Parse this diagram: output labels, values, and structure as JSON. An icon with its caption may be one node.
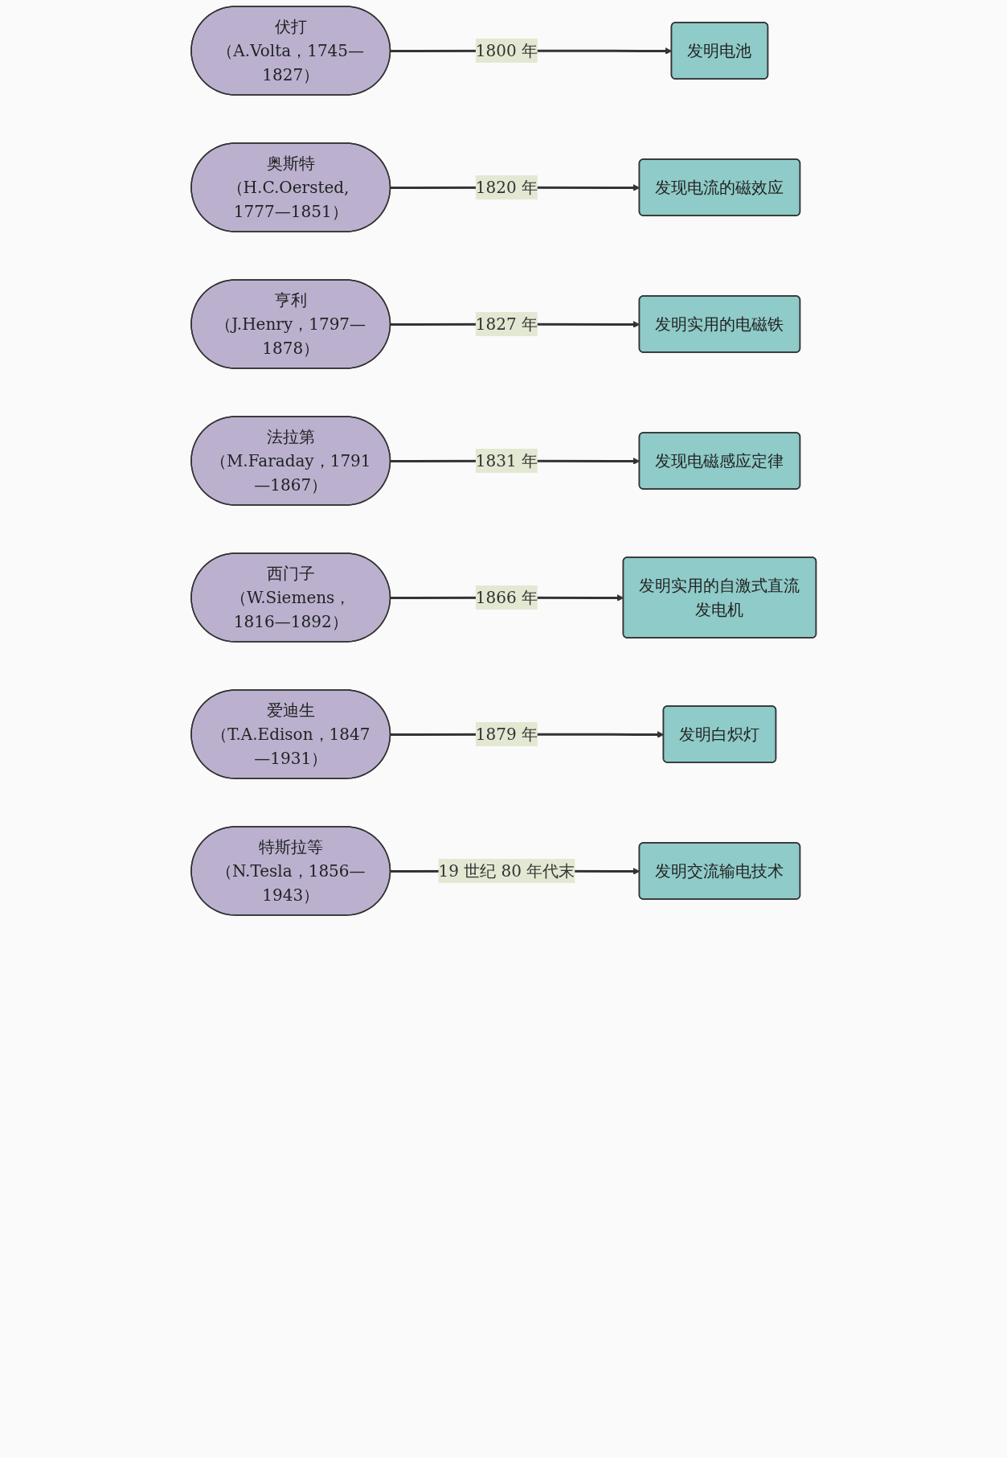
{
  "diagram": {
    "nodes": [
      {
        "text": [
          "伏打",
          "（A.Volta，1745—1827）"
        ]
      },
      {
        "text": [
          "发明电池"
        ]
      },
      {
        "text": [
          "奥斯特",
          "（H.C.Oersted, 1777—1851）"
        ]
      },
      {
        "text": [
          "发现电流的磁效应"
        ]
      },
      {
        "text": [
          "亨利",
          "（J.Henry，1797—1878）"
        ]
      },
      {
        "text": [
          "发明实用的电磁铁"
        ]
      },
      {
        "text": [
          "法拉第",
          "（M.Faraday，1791—1867）"
        ]
      },
      {
        "text": [
          "发现电磁感应定律"
        ]
      },
      {
        "text": [
          "西门子",
          "（W.Siemens，1816—1892）"
        ]
      },
      {
        "text": [
          "发明实用的自激式直流发电机"
        ]
      },
      {
        "text": [
          "爱迪生",
          "（T.A.Edison，1847—1931）"
        ]
      },
      {
        "text": [
          "发明白炽灯"
        ]
      },
      {
        "text": [
          "特斯拉等",
          "（N.Tesla，1856—1943）"
        ]
      },
      {
        "text": [
          "发明交流输电技术"
        ]
      }
    ],
    "edges": [
      {
        "from": 0,
        "to": 1,
        "arrow": "to",
        "label": "1800 年"
      },
      {
        "from": 2,
        "to": 3,
        "arrow": "to",
        "label": "1820 年"
      },
      {
        "from": 4,
        "to": 5,
        "arrow": "to",
        "label": "1827 年"
      },
      {
        "from": 6,
        "to": 7,
        "arrow": "to",
        "label": "1831 年"
      },
      {
        "from": 8,
        "to": 9,
        "arrow": "to",
        "label": "1866 年"
      },
      {
        "from": 10,
        "to": 11,
        "arrow": "to",
        "label": "1879 年"
      },
      {
        "from": 12,
        "to": 13,
        "arrow": "to",
        "label": "19 世纪 80 年代末"
      }
    ]
  }
}
